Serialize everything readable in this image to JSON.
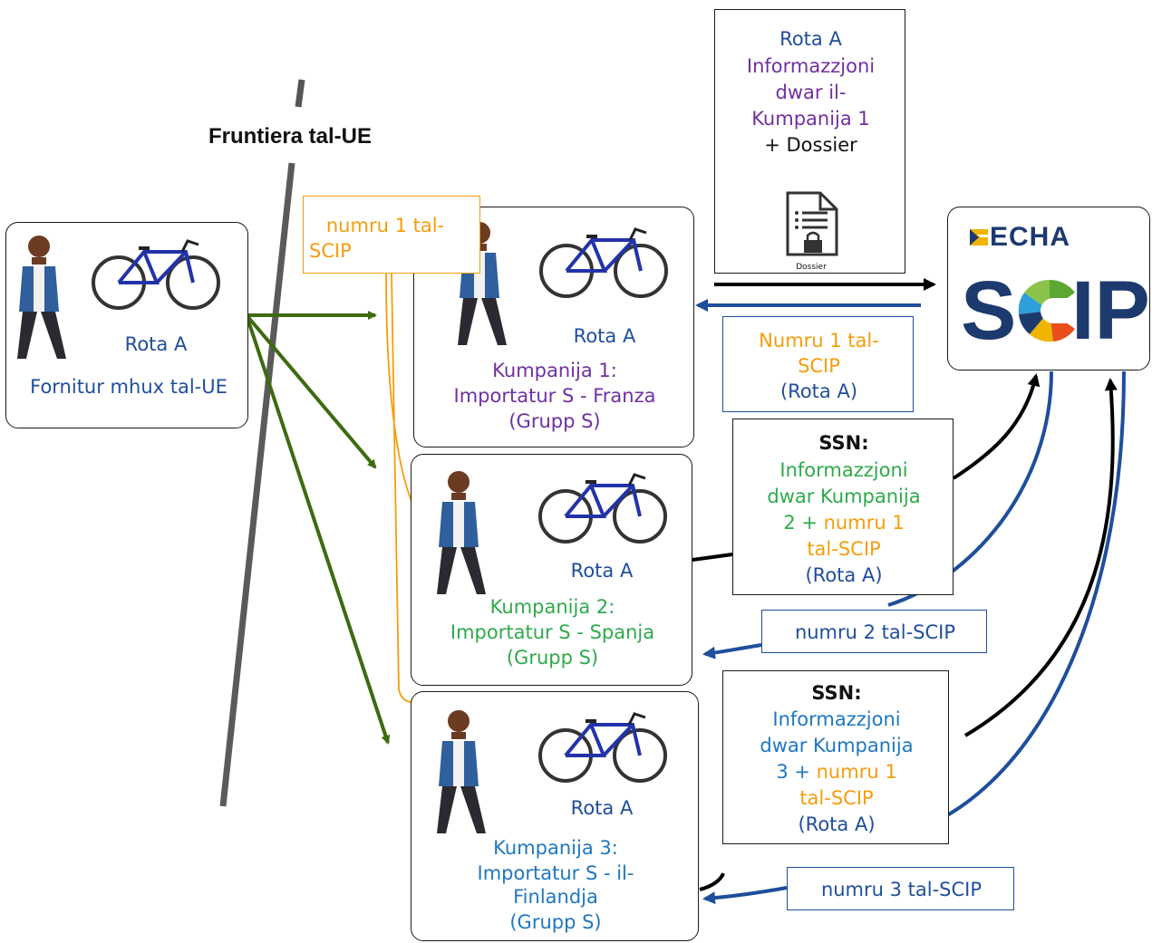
{
  "border_label": "Fruntiera tal-UE",
  "supplier": {
    "article": "Rota A",
    "label": "Fornitur mhux tal-UE"
  },
  "company1": {
    "article": "Rota A",
    "l1": "Kumpanija 1:",
    "l2": "Importatur S - Franza",
    "l3": "(Grupp S)"
  },
  "company2": {
    "article": "Rota A",
    "l1": "Kumpanija 2:",
    "l2": "Importatur S - Spanja",
    "l3": "(Grupp S)"
  },
  "company3": {
    "article": "Rota A",
    "l1": "Kumpanija 3:",
    "l2": "Importatur S - il-",
    "l3": "Finlandja",
    "l4": "(Grupp S)"
  },
  "scip_ref_box": {
    "l1": "numru 1 tal-",
    "l2": "SCIP"
  },
  "dossier_box": {
    "l1": "Rota A",
    "l2": "Informazzjoni",
    "l3": "dwar il-",
    "l4": "Kumpanija 1",
    "l5": "+ Dossier",
    "icon_label": "Dossier"
  },
  "echa": {
    "brand": "ECHA",
    "product_s": "S",
    "product_ip": "IP"
  },
  "response1": {
    "l1": "Numru 1 tal-",
    "l2": "SCIP",
    "l3": "(Rota A)"
  },
  "ssn2": {
    "title": "SSN:",
    "l1": "Informazzjoni",
    "l2": "dwar Kumpanija",
    "l3a": "2 + ",
    "l3b": "numru 1",
    "l4": "tal-SCIP",
    "l5": "(Rota A)"
  },
  "ssn3": {
    "title": "SSN:",
    "l1": "Informazzjoni",
    "l2": "dwar Kumpanija",
    "l3a": "3 + ",
    "l3b": "numru 1",
    "l4": "tal-SCIP",
    "l5": "(Rota A)"
  },
  "response2": {
    "label": "numru 2 tal-SCIP"
  },
  "response3": {
    "label": "numru 3 tal-SCIP"
  },
  "colors": {
    "green_arrow": "#3d6b0f",
    "orange": "#f59d0c",
    "blue": "#1f4e9c",
    "black": "#000000"
  }
}
